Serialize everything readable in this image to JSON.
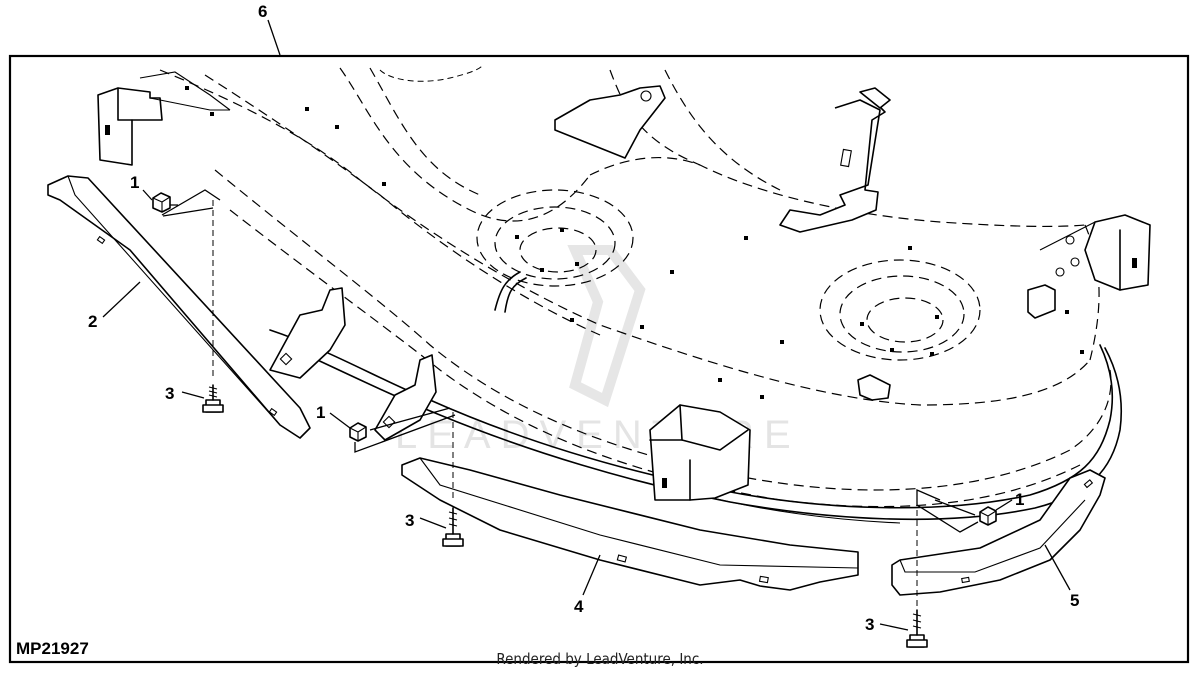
{
  "figure_id": "MP21927",
  "credit": "Rendered by LeadVenture, Inc.",
  "watermark": "LEADVENTURE",
  "callouts": [
    {
      "id": "callout-6",
      "label": "6"
    },
    {
      "id": "callout-1-left",
      "label": "1"
    },
    {
      "id": "callout-2",
      "label": "2"
    },
    {
      "id": "callout-3-left",
      "label": "3"
    },
    {
      "id": "callout-1-middle",
      "label": "1"
    },
    {
      "id": "callout-3-middle",
      "label": "3"
    },
    {
      "id": "callout-4",
      "label": "4"
    },
    {
      "id": "callout-1-right",
      "label": "1"
    },
    {
      "id": "callout-5",
      "label": "5"
    },
    {
      "id": "callout-3-right",
      "label": "3"
    }
  ]
}
